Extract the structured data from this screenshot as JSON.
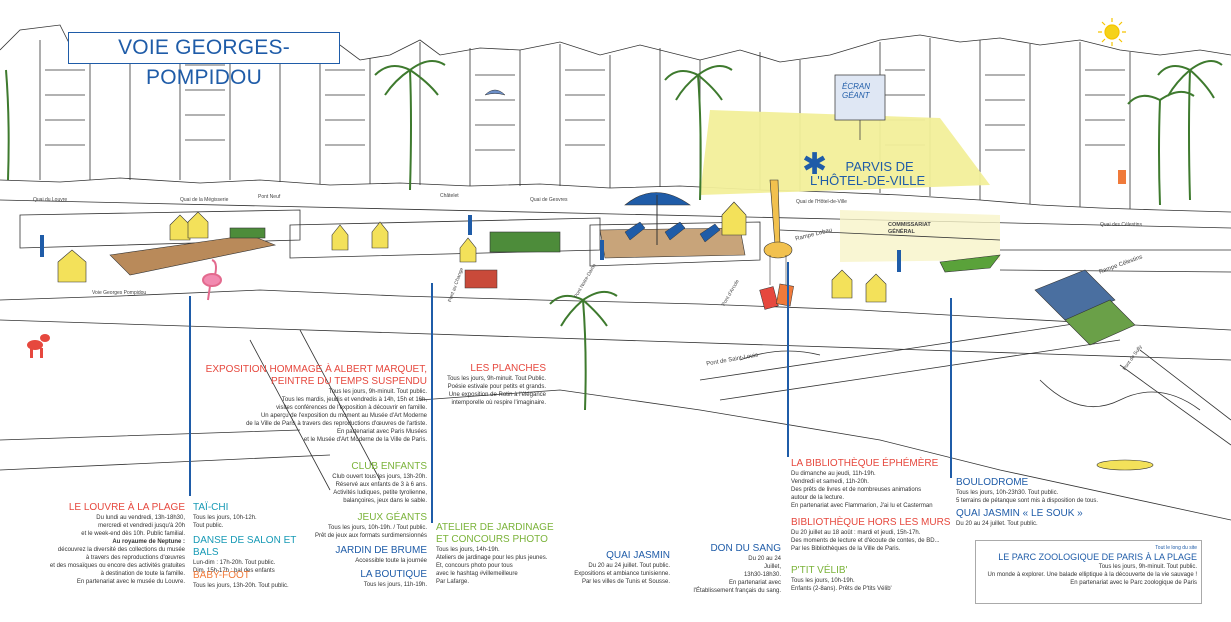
{
  "title": "VOIE GEORGES-POMPIDOU",
  "ecran_geant": "ÉCRAN\nGÉANT",
  "parvis": {
    "line1": "PARVIS DE",
    "line2": "L'HÔTEL-DE-VILLE"
  },
  "map_labels": {
    "quai_louvre": "Quai du Louvre",
    "quai_megisserie": "Quai de la Mégisserie",
    "pont_neuf": "Pont Neuf",
    "chatelet": "Châtelet",
    "quai_gesvres": "Quai de Gesvres",
    "quai_hotel_ville": "Quai de l'Hôtel-de-Ville",
    "voie_gp": "Voie Georges Pompidou",
    "rampe_lobau": "Rampe Lobau",
    "pont_saint_louis": "Pont de Saint-Louis",
    "commissariat": "COMMISSARIAT GÉNÉRAL",
    "quai_celestins": "Quai des Célestins",
    "rampe_celestins": "Rampe Célestins",
    "pont_sully": "Pont de Sully",
    "pont_arcole": "Pont d'Arcole",
    "pont_notre_dame": "Pont Notre-Dame",
    "pont_au_change": "Pont au Change"
  },
  "blocks": {
    "louvre": {
      "heading": "LE LOUVRE À LA PLAGE",
      "lines": [
        "Du lundi au vendredi, 13h-18h30,",
        "mercredi et vendredi jusqu'à 20h",
        "et le week-end dès 10h. Public familial."
      ],
      "bold": "Au royaume de Neptune :",
      "lines2": [
        "découvrez la diversité des collections du musée",
        "à travers des reproductions d'œuvres",
        "et des mosaïques ou encore des activités gratuites",
        "à destination de toute la famille.",
        "En partenariat avec le musée du Louvre."
      ]
    },
    "taichi": {
      "heading": "TAÏ-CHI",
      "lines": [
        "Tous les jours, 10h-12h.",
        "Tout public."
      ]
    },
    "danse": {
      "heading": "DANSE DE SALON ET BALS",
      "lines": [
        "Lun-dim : 17h-20h. Tout public.",
        "Dim, 15h-17h : bal des enfants"
      ]
    },
    "babyfoot": {
      "heading": "BABY-FOOT",
      "lines": [
        "Tous les jours, 13h-20h. Tout public."
      ]
    },
    "marquet": {
      "heading1": "EXPOSITION HOMMAGE À ALBERT MARQUET,",
      "heading2": "PEINTRE DU TEMPS SUSPENDU",
      "lines": [
        "Tous les jours, 9h-minuit. Tout public.",
        "Tous les mardis, jeudis et vendredis à 14h, 15h et 16h,",
        "visites conférences de l'exposition à découvrir en famille.",
        "Un aperçu de l'exposition du moment au Musée d'Art Moderne",
        "de la Ville de Paris à travers des reproductions d'œuvres de l'artiste.",
        "En partenariat avec Paris Musées",
        "et le Musée d'Art Moderne de la Ville de Paris."
      ]
    },
    "club": {
      "heading": "CLUB ENFANTS",
      "lines": [
        "Club ouvert tous les jours, 13h-20h.",
        "Réservé aux enfants de 3 à 6 ans.",
        "Activités ludiques, petite tyrolienne,",
        "balançoires, jeux dans le sable."
      ]
    },
    "jeux": {
      "heading": "JEUX GÉANTS",
      "lines": [
        "Tous les jours, 10h-19h. / Tout public.",
        "Prêt de jeux aux formats surdimensionnés"
      ]
    },
    "brume": {
      "heading": "JARDIN DE BRUME",
      "lines": [
        "Accessible toute la journée"
      ]
    },
    "boutique": {
      "heading": "LA BOUTIQUE",
      "lines": [
        "Tous les jours, 11h-19h."
      ]
    },
    "planches": {
      "heading": "LES PLANCHES",
      "lines": [
        "Tous les jours, 9h-minuit. Tout Public.",
        "Poésie estivale pour petits et grands.",
        "Une exposition de Rotin à l'élégance",
        "intemporelle où respire l'imaginaire."
      ]
    },
    "atelier": {
      "heading1": "ATELIER DE JARDINAGE",
      "heading2": "ET CONCOURS PHOTO",
      "lines": [
        "Tous les jours, 14h-19h.",
        "Ateliers de jardinage pour les plus jeunes.",
        "Et, concours photo pour tous",
        "avec le hashtag #villemeilleure",
        "Par Lafarge."
      ]
    },
    "quai_jasmin": {
      "heading": "QUAI JASMIN",
      "lines": [
        "Du 20 au 24 juillet. Tout public.",
        "Expositions et ambiance tunisienne.",
        "Par les villes de Tunis et Sousse."
      ]
    },
    "don_sang": {
      "heading": "DON DU SANG",
      "lines": [
        "Du 20 au 24",
        "Juillet,",
        "13h30-18h30.",
        "En partenariat avec",
        "l'Établissement français du sang."
      ]
    },
    "biblio": {
      "heading": "LA BIBLIOTHÈQUE ÉPHÉMÈRE",
      "lines": [
        "Du dimanche au jeudi, 11h-19h.",
        "Vendredi et samedi, 11h-20h.",
        "Des prêts de livres et de nombreuses animations",
        "autour de la lecture.",
        "En partenariat avec Flammarion, J'ai lu et Casterman"
      ]
    },
    "biblio_murs": {
      "heading": "BIBLIOTHÈQUE HORS LES MURS",
      "lines": [
        "Du 20 juillet au 18 août : mardi et jeudi, 15h-17h.",
        "Des moments de lecture et d'écoute de contes, de BD...",
        "Par les Bibliothèques de la Ville de Paris."
      ]
    },
    "velib": {
      "heading": "P'TIT VÉLIB'",
      "lines": [
        "Tous les jours, 10h-19h.",
        "Enfants (2-8ans). Prêts de P'tits Vélib'"
      ]
    },
    "boulodrome": {
      "heading": "BOULODROME",
      "lines": [
        "Tous les jours, 10h-23h30. Tout public.",
        "5 terrains de pétanque sont mis à disposition de tous."
      ]
    },
    "souk": {
      "heading": "QUAI JASMIN « LE SOUK »",
      "lines": [
        "Du 20 au 24 juillet. Tout public."
      ]
    },
    "zoo": {
      "small": "Tout le long du site",
      "heading": "LE PARC ZOOLOGIQUE DE PARIS À LA PLAGE",
      "lines": [
        "Tous les jours, 9h-minuit. Tout public.",
        "Un monde à explorer. Une balade elliptique à la découverte de la vie sauvage !",
        "En partenariat avec le Parc zoologique de Paris"
      ]
    }
  },
  "colors": {
    "blue": "#1f5ca8",
    "red": "#e6483e",
    "green": "#7bb33a",
    "teal": "#1699b5",
    "orange": "#f07a3a",
    "yellow_zone": "#f2ef9a"
  }
}
